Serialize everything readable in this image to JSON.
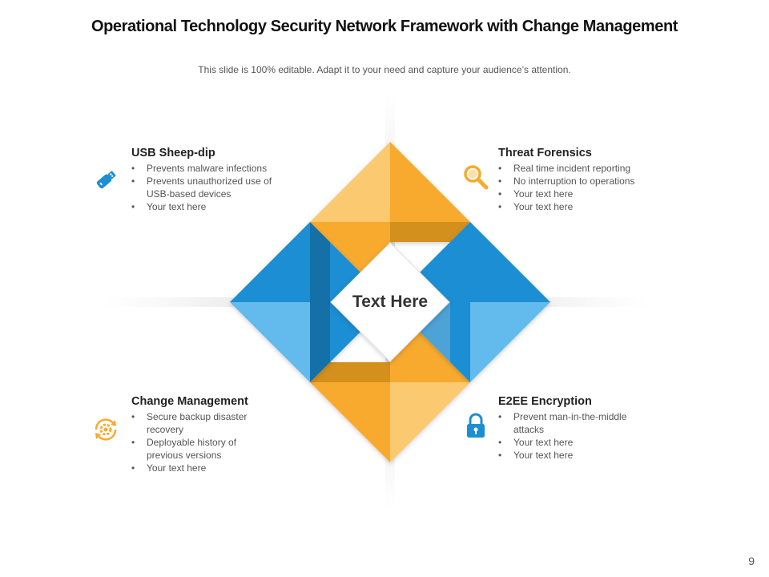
{
  "slide": {
    "title": "Operational Technology Security Network Framework with Change Management",
    "subtitle": "This slide is 100% editable. Adapt it to your need and capture your audience’s attention.",
    "page_number": "9"
  },
  "center": {
    "label": "Text Here"
  },
  "blocks": [
    {
      "title": "USB Sheep-dip",
      "icon": "usb-drive-icon",
      "bullets": [
        "Prevents malware infections",
        "Prevents unauthorized use of USB-based devices",
        "Your text here"
      ]
    },
    {
      "title": "Threat Forensics",
      "icon": "magnifier-icon",
      "bullets": [
        "Real time incident reporting",
        "No interruption to operations",
        "Your text here",
        "Your text here"
      ]
    },
    {
      "title": "Change Management",
      "icon": "gear-cycle-icon",
      "bullets": [
        "Secure backup disaster recovery",
        "Deployable history of previous versions",
        "Your text here"
      ]
    },
    {
      "title": "E2EE Encryption",
      "icon": "padlock-icon",
      "bullets": [
        "Prevent man-in-the-middle attacks",
        "Your text here",
        "Your text here"
      ]
    }
  ],
  "colors": {
    "orange": "#F8AA2F",
    "orange_light": "#FAC96F",
    "orange_dark": "#D4901F",
    "blue": "#1B8ED4",
    "blue_light": "#63BAEC",
    "blue_dark": "#1570A8"
  }
}
